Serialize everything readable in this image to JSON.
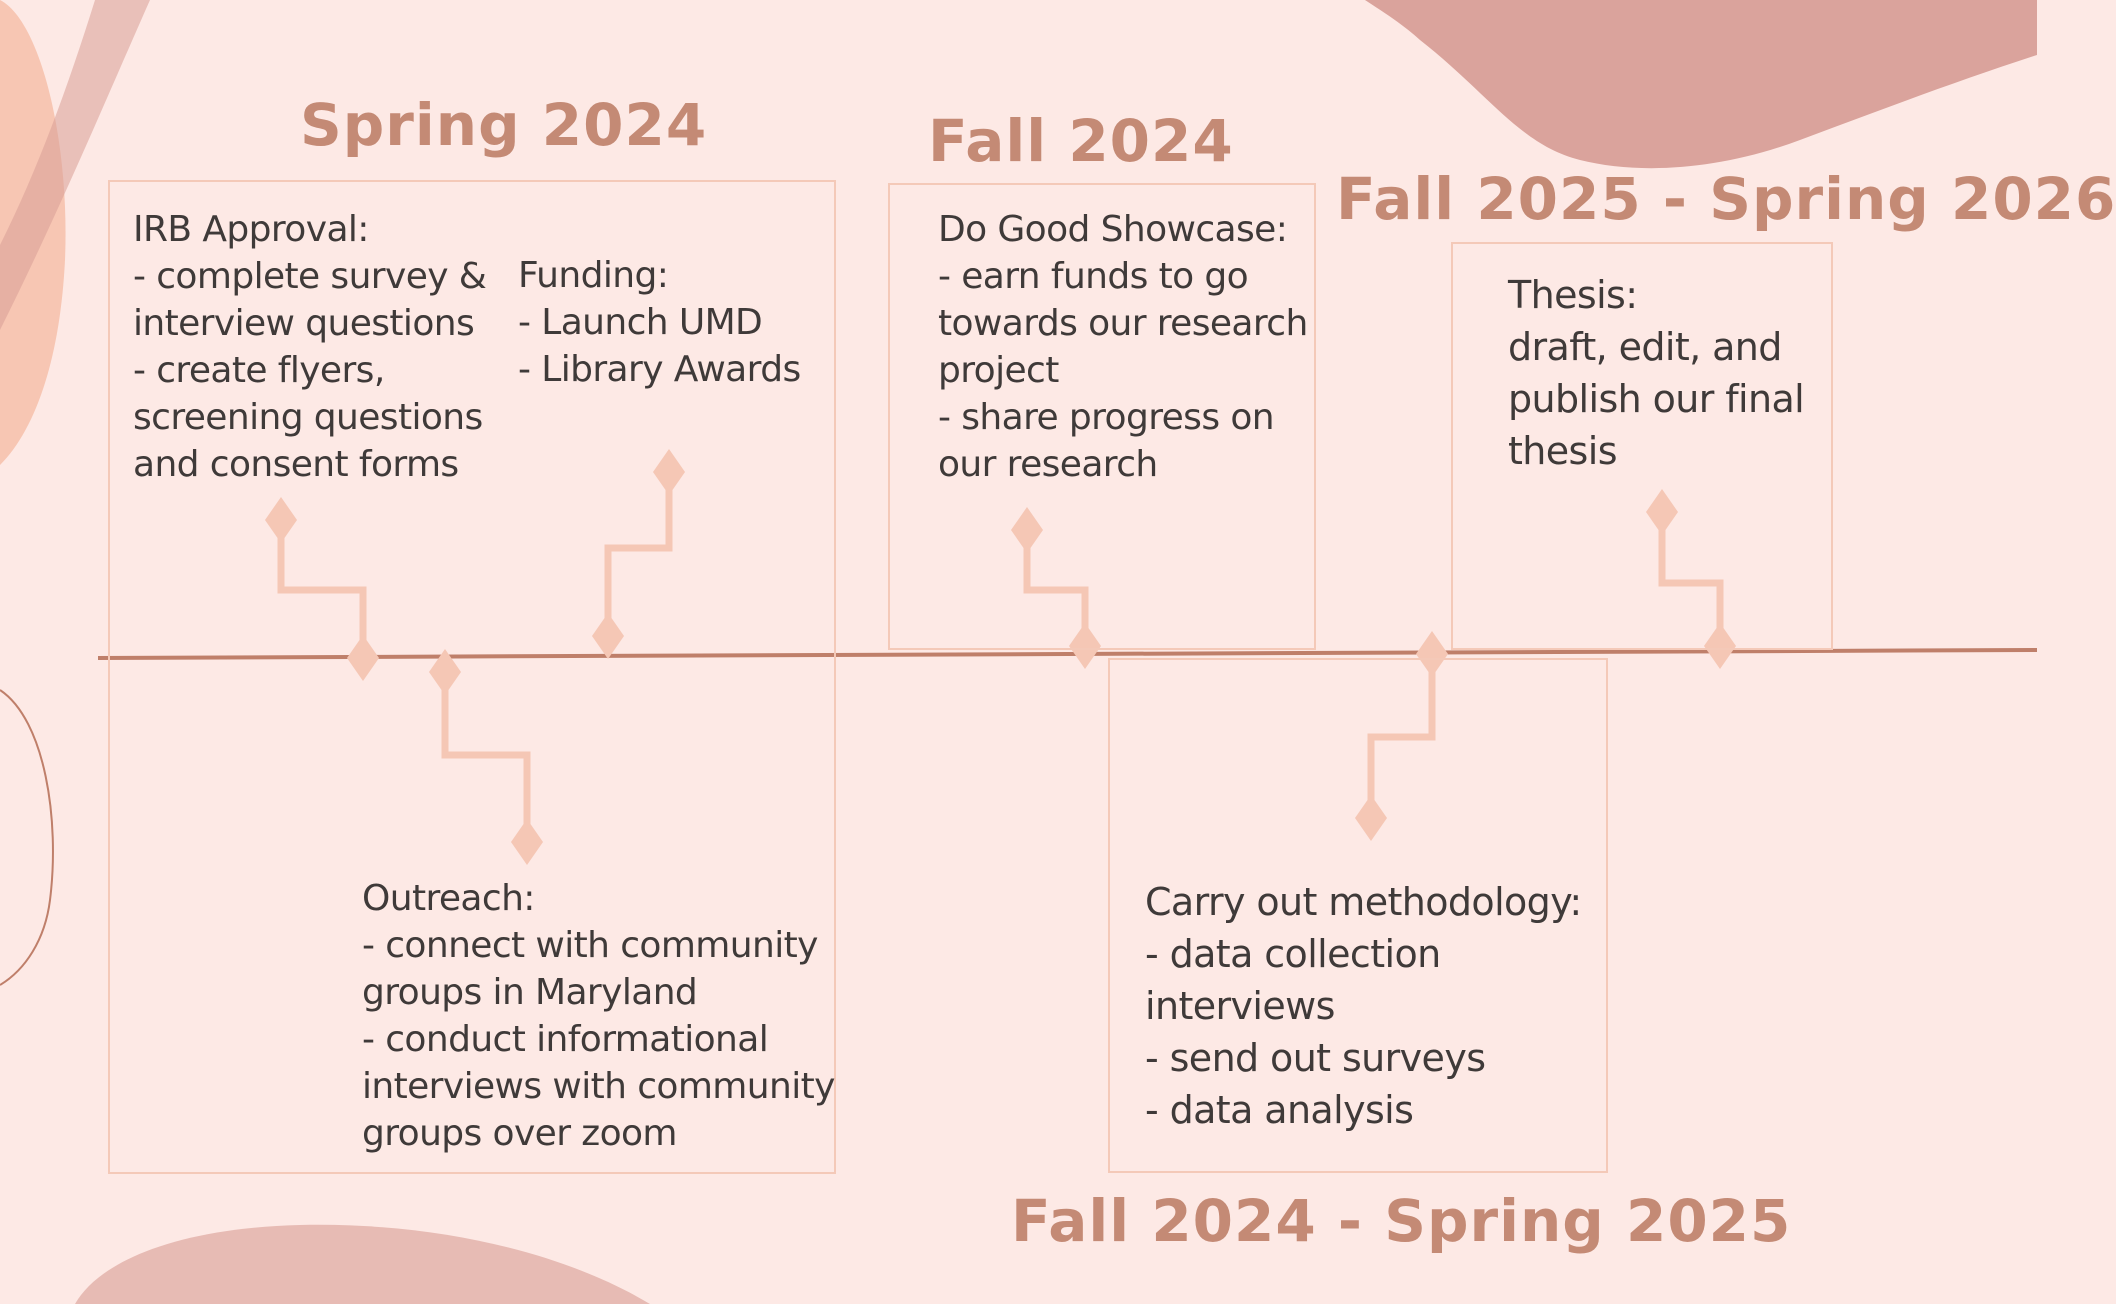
{
  "colors": {
    "background": "#fde9e5",
    "period_text": "#c48a75",
    "body_text": "#3f3a39",
    "box_border": "#f4c9b8",
    "connector": "#f5c7b5",
    "timeline": "#bf7f6a",
    "blob_rose": "#d69b94"
  },
  "periods": {
    "spring_2024": "Spring 2024",
    "fall_2024": "Fall 2024",
    "fall_2025_spring_2026": "Fall 2025 - Spring 2026",
    "fall_2024_spring_2025": "Fall 2024 - Spring 2025"
  },
  "milestones": {
    "irb": {
      "title": "IRB Approval:",
      "lines": [
        "- complete survey &",
        "interview questions",
        "- create flyers,",
        "screening questions",
        "and consent forms"
      ]
    },
    "funding": {
      "title": "Funding:",
      "lines": [
        "-  Launch UMD",
        "-  Library Awards"
      ]
    },
    "outreach": {
      "title": "Outreach:",
      "lines": [
        "- connect with community",
        "groups in  Maryland",
        "- conduct informational",
        "interviews with community",
        "groups  over zoom"
      ]
    },
    "showcase": {
      "title": "Do Good Showcase:",
      "lines": [
        "- earn funds to go",
        "towards our research",
        "project",
        "- share progress on",
        "our research"
      ]
    },
    "methodology": {
      "title": "Carry out methodology:",
      "lines": [
        "-  data collection",
        "interviews",
        "- send out surveys",
        "- data analysis"
      ]
    },
    "thesis": {
      "title": "Thesis:",
      "lines": [
        "draft, edit, and",
        "publish our final",
        "thesis"
      ]
    }
  }
}
